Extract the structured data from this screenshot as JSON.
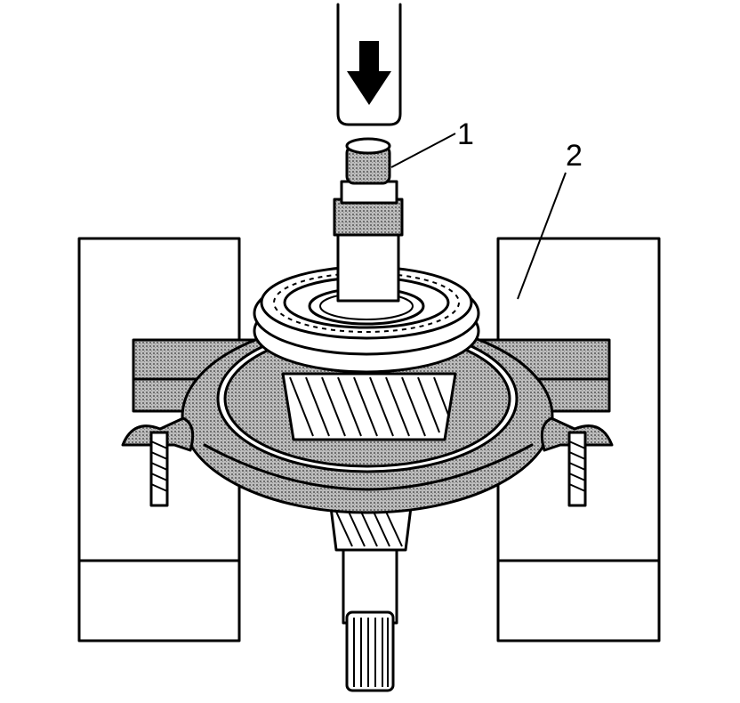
{
  "callouts": [
    {
      "id": "1",
      "text": "1"
    },
    {
      "id": "2",
      "text": "2"
    }
  ],
  "colors": {
    "ink": "#000000",
    "paper": "#ffffff",
    "shade": "#9a9a9a"
  }
}
